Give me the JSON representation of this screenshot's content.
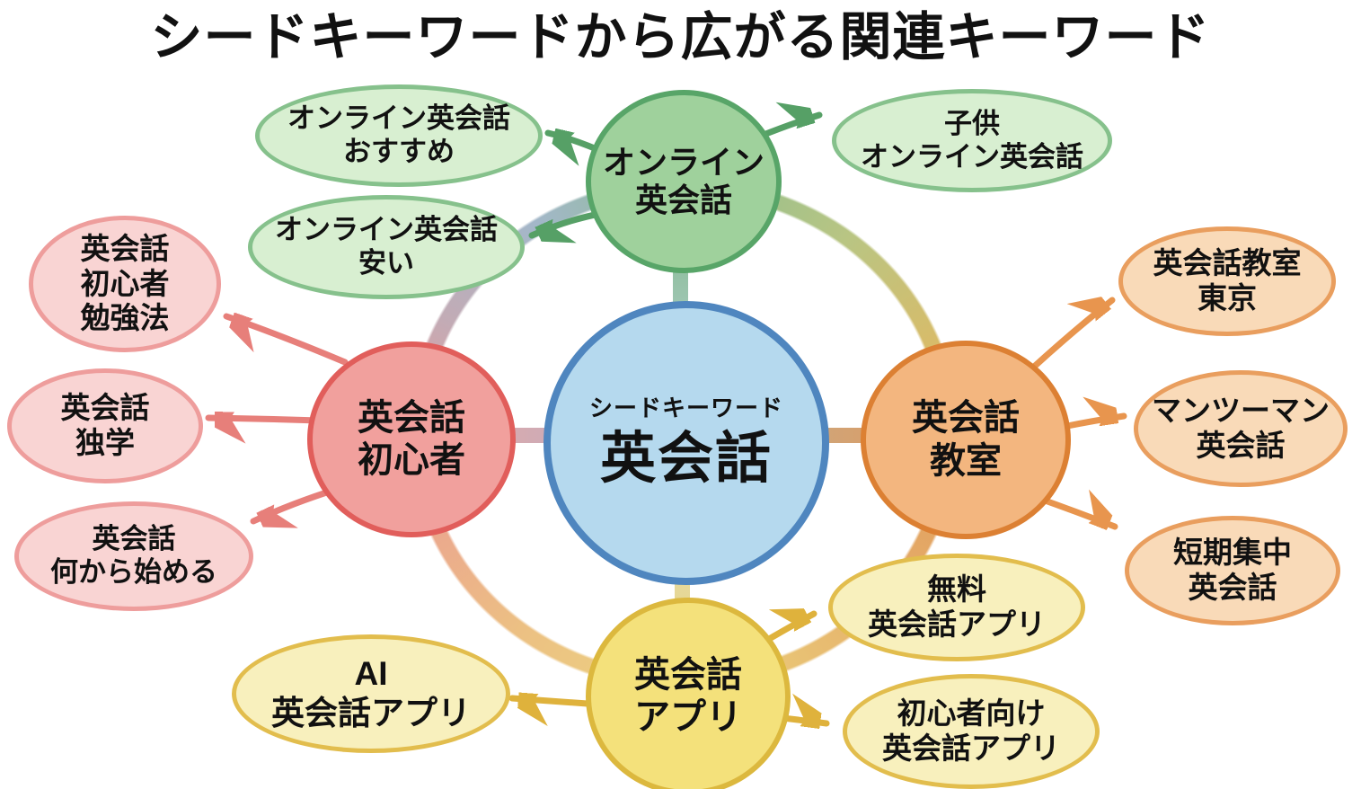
{
  "title": "シードキーワードから広がる関連キーワード",
  "seed": {
    "subtitle": "シードキーワード",
    "keyword": "英会話",
    "fill": "#b5d9ee",
    "border": "#4f86bf"
  },
  "groups": {
    "online": {
      "node_label": "オンライン\n英会話",
      "node_fill": "#9fd19c",
      "node_border": "#58a568",
      "bubble_fill": "#d8efd1",
      "bubble_border": "#86c18c",
      "arrow_color": "#56a066",
      "bubbles": {
        "recommend": "オンライン英会話\nおすすめ",
        "cheap": "オンライン英会話\n安い",
        "kids": "子供\nオンライン英会話"
      }
    },
    "beginner": {
      "node_label": "英会話\n初心者",
      "node_fill": "#f1a09d",
      "node_border": "#e15e5b",
      "bubble_fill": "#f9d4d3",
      "bubble_border": "#ee9d9c",
      "arrow_color": "#e77f7a",
      "bubbles": {
        "study_method": "英会話\n初心者\n勉強法",
        "self_study": "英会話\n独学",
        "where_to_start": "英会話\n何から始める"
      }
    },
    "school": {
      "node_label": "英会話\n教室",
      "node_fill": "#f3b67f",
      "node_border": "#dc8033",
      "bubble_fill": "#f9dab8",
      "bubble_border": "#e99e5e",
      "arrow_color": "#e8954e",
      "bubbles": {
        "tokyo": "英会話教室\n東京",
        "one_on_one": "マンツーマン\n英会話",
        "short_term": "短期集中\n英会話"
      }
    },
    "app": {
      "node_label": "英会話\nアプリ",
      "node_fill": "#f4e17b",
      "node_border": "#dcb83e",
      "bubble_fill": "#f8f0bd",
      "bubble_border": "#e2bd4d",
      "arrow_color": "#dfb23c",
      "bubbles": {
        "free": "無料\n英会話アプリ",
        "ai": "AI\n英会話アプリ",
        "for_beginners": "初心者向け\n英会話アプリ"
      }
    }
  }
}
